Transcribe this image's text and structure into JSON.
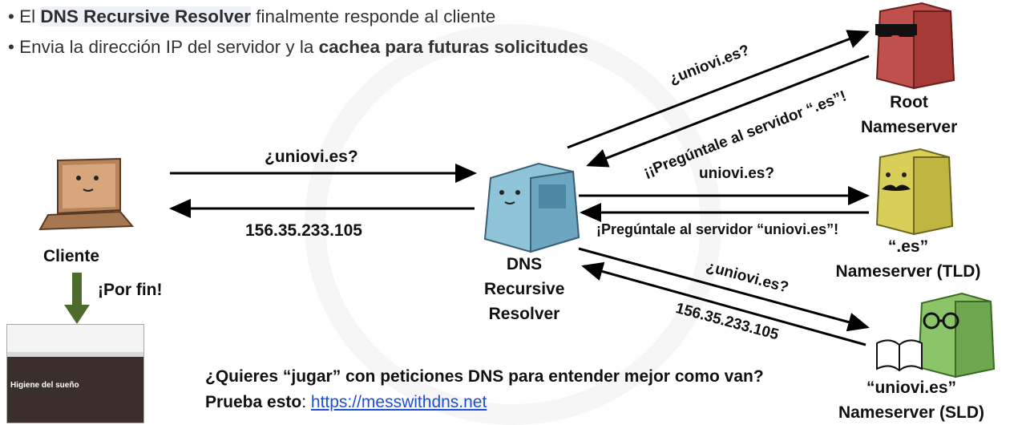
{
  "bullets": {
    "b1": {
      "pre": "El ",
      "hl": "DNS Recursive Resolver",
      "post": " finalmente responde al cliente"
    },
    "b2": {
      "pre": "Envia la dirección IP del servidor y la ",
      "bold": "cachea para futuras solicitudes"
    }
  },
  "nodes": {
    "client": "Cliente",
    "resolver": [
      "DNS",
      "Recursive",
      "Resolver"
    ],
    "root": [
      "Root",
      "Nameserver"
    ],
    "tld": [
      "“.es”",
      "Nameserver (TLD)"
    ],
    "sld": [
      "“uniovi.es”",
      "Nameserver (SLD)"
    ]
  },
  "arrows": {
    "client_query": "¿uniovi.es?",
    "client_reply": "156.35.233.105",
    "root_query": "¿uniovi.es?",
    "root_reply": "¡¡Pregúntale al servidor “.es”!",
    "tld_query": "uniovi.es?",
    "tld_reply": "¡Pregúntale al servidor “uniovi.es”!",
    "sld_query": "¿uniovi.es?",
    "sld_reply": "156.35.233.105",
    "finally": "¡Por fin!"
  },
  "website_preview": {
    "heading": "Higiene del sueño"
  },
  "bottom": {
    "line1": "¿Quieres “jugar” con peticiones DNS para entender mejor como van?",
    "line2_prefix": "Prueba esto",
    "line2_sep": ": ",
    "link": "https://messwithdns.net"
  },
  "colors": {
    "root_server": "#c0504d",
    "tld_server": "#d8cf5a",
    "sld_server": "#8cc46a",
    "resolver": "#8fc3d8",
    "down_arrow": "#4c6b2c",
    "link": "#1a4fd6"
  }
}
